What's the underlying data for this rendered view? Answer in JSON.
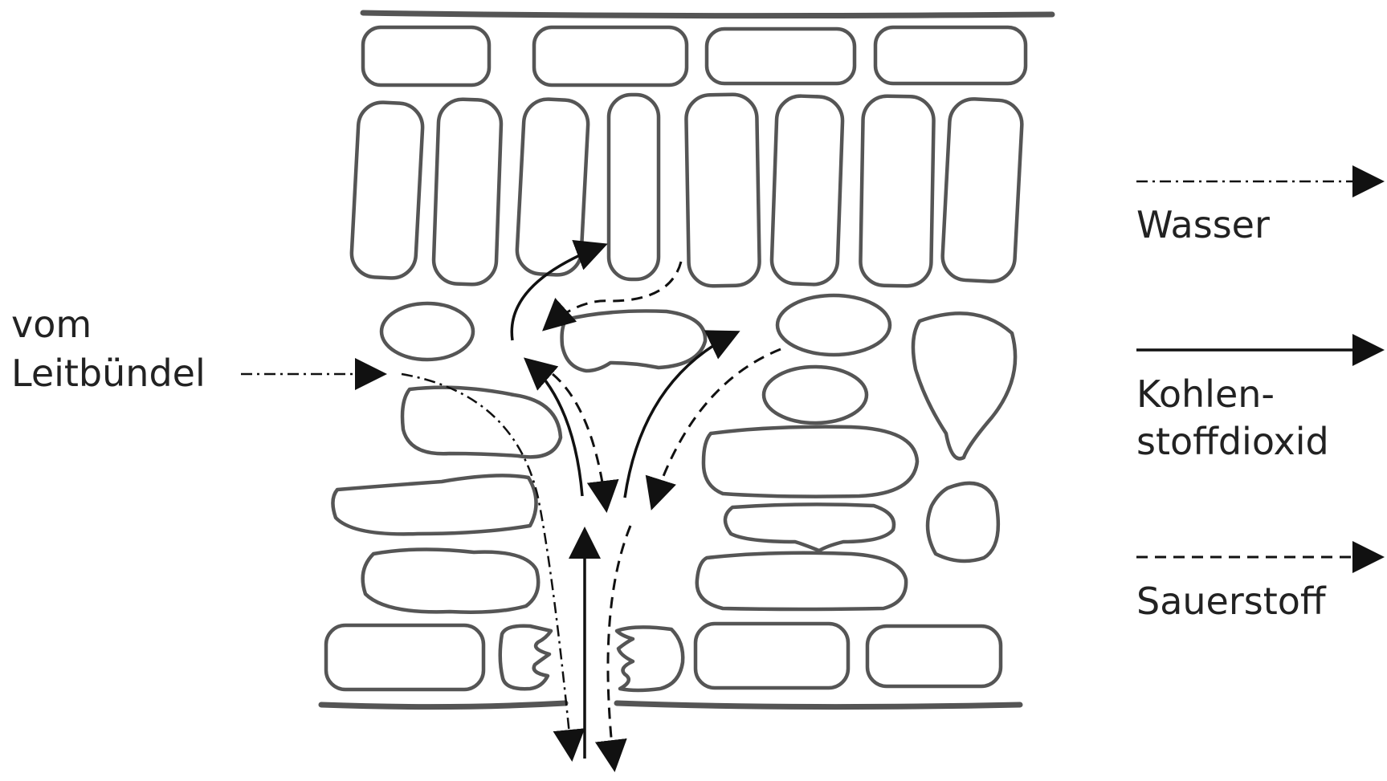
{
  "labels": {
    "source_line1": "vom",
    "source_line2": "Leitbündel"
  },
  "legend": [
    {
      "key": "water",
      "label_lines": [
        "Wasser"
      ],
      "line_style": "dash-dot"
    },
    {
      "key": "co2",
      "label_lines": [
        "Kohlen-",
        "stoffdioxid"
      ],
      "line_style": "solid"
    },
    {
      "key": "oxygen",
      "label_lines": [
        "Sauerstoff"
      ],
      "line_style": "dashed"
    }
  ],
  "colors": {
    "cell_outline": "#555555",
    "arrow": "#111111",
    "text": "#222222"
  }
}
